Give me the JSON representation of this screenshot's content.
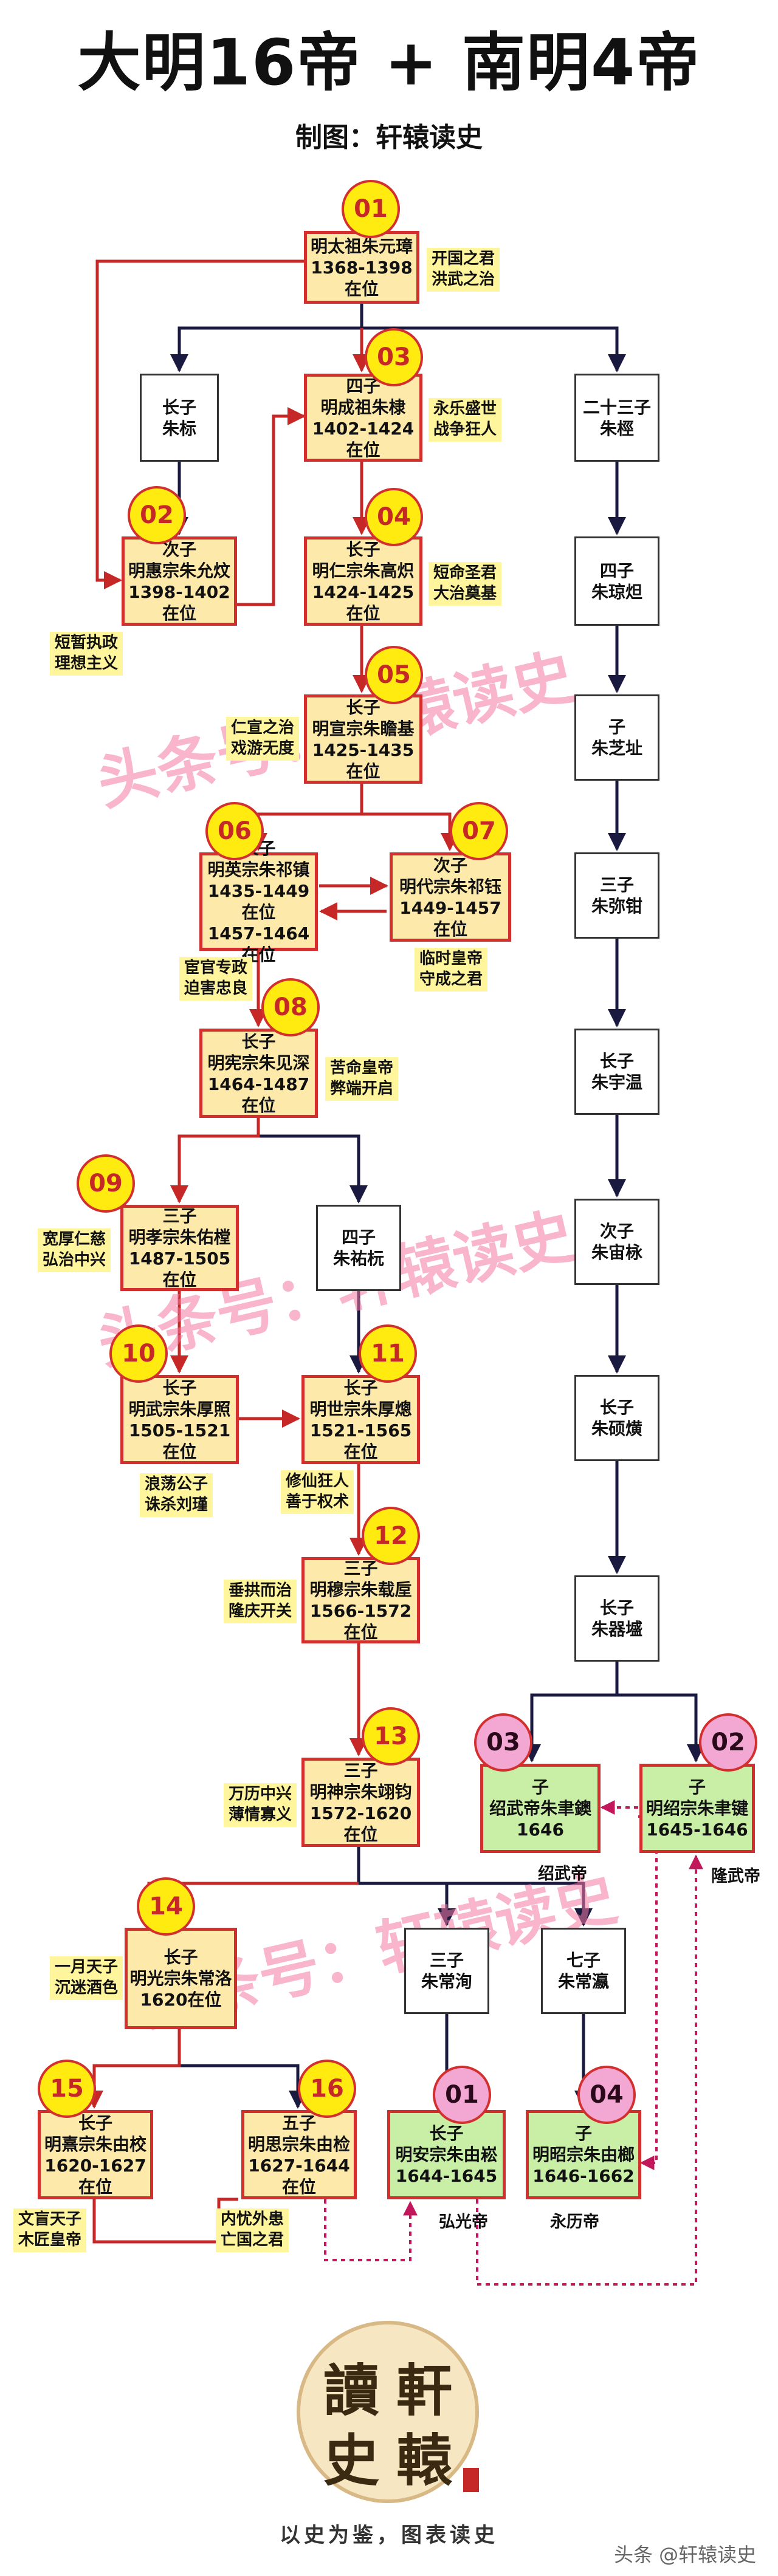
{
  "title": "大明16帝 + 南明4帝",
  "subtitle": "制图：轩辕读史",
  "watermark": "头条号：轩辕读史",
  "badges": {
    "b01": "01",
    "b02": "02",
    "b03": "03",
    "b04": "04",
    "b05": "05",
    "b06": "06",
    "b07": "07",
    "b08": "08",
    "b09": "09",
    "b10": "10",
    "b11": "11",
    "b12": "12",
    "b13": "13",
    "b14": "14",
    "b15": "15",
    "b16": "16",
    "s01": "01",
    "s02": "02",
    "s03": "03",
    "s04": "04"
  },
  "boxes": {
    "taizu": [
      "明太祖朱元璋",
      "1368-1398在位"
    ],
    "zhubiao": [
      "长子",
      "朱标"
    ],
    "chengzu": [
      "四子",
      "明成祖朱棣",
      "1402-1424在位"
    ],
    "zhuzhen": [
      "二十三子",
      "朱桱"
    ],
    "huizong": [
      "次子",
      "明惠宗朱允炆",
      "1398-1402在位"
    ],
    "renzong": [
      "长子",
      "明仁宗朱高炽",
      "1424-1425在位"
    ],
    "zhujiong": [
      "四子",
      "朱琼炟"
    ],
    "xuanzong": [
      "长子",
      "明宣宗朱瞻基",
      "1425-1435在位"
    ],
    "zhuzhiza": [
      "子",
      "朱芝址"
    ],
    "yingzong": [
      "长子",
      "明英宗朱祁镇",
      "1435-1449在位",
      "1457-1464在位"
    ],
    "daizong": [
      "次子",
      "明代宗朱祁钰",
      "1449-1457在位"
    ],
    "zhumijia": [
      "三子",
      "朱弥钳"
    ],
    "xianzong": [
      "长子",
      "明宪宗朱见深",
      "1464-1487在位"
    ],
    "zhuyuwen": [
      "长子",
      "朱宇温"
    ],
    "xiaozong": [
      "三子",
      "明孝宗朱佑樘",
      "1487-1505在位"
    ],
    "zhuyouyuan": [
      "四子",
      "朱祐杬"
    ],
    "zhuzhouzhu": [
      "次子",
      "朱宙栐"
    ],
    "wuzong": [
      "长子",
      "明武宗朱厚照",
      "1505-1521在位"
    ],
    "shizong": [
      "长子",
      "明世宗朱厚熜",
      "1521-1565在位"
    ],
    "zhushuohuang": [
      "长子",
      "朱硕熿"
    ],
    "muzong": [
      "三子",
      "明穆宗朱载垕",
      "1566-1572在位"
    ],
    "zhuqiyong": [
      "长子",
      "朱器墭"
    ],
    "shenzong": [
      "三子",
      "明神宗朱翊钧",
      "1572-1620在位"
    ],
    "shaowu": [
      "子",
      "绍武帝朱聿鐭",
      "1646"
    ],
    "longwu": [
      "子",
      "明绍宗朱聿键",
      "1645-1646"
    ],
    "guangzong": [
      "长子",
      "明光宗朱常洛",
      "1620在位"
    ],
    "zhuchangxun": [
      "三子",
      "朱常洵"
    ],
    "zhuchangying": [
      "七子",
      "朱常瀛"
    ],
    "xizong": [
      "长子",
      "明熹宗朱由校",
      "1620-1627在位"
    ],
    "sizong": [
      "五子",
      "明思宗朱由检",
      "1627-1644在位"
    ],
    "anzong": [
      "长子",
      "明安宗朱由崧",
      "1644-1645"
    ],
    "zhaozong": [
      "子",
      "明昭宗朱由榔",
      "1646-1662"
    ]
  },
  "notes": {
    "taizu": [
      "开国之君",
      "洪武之治"
    ],
    "chengzu": [
      "永乐盛世",
      "战争狂人"
    ],
    "huizong": [
      "短暂执政",
      "理想主义"
    ],
    "renzong": [
      "短命圣君",
      "大治奠基"
    ],
    "xuanzong": [
      "仁宣之治",
      "戏游无度"
    ],
    "yingzong": [
      "宦官专政",
      "迫害忠良"
    ],
    "daizong": [
      "临时皇帝",
      "守成之君"
    ],
    "xianzong": [
      "苦命皇帝",
      "弊端开启"
    ],
    "xiaozong": [
      "宽厚仁慈",
      "弘治中兴"
    ],
    "wuzong": [
      "浪荡公子",
      "诛杀刘瑾"
    ],
    "shizong": [
      "修仙狂人",
      "善于权术"
    ],
    "muzong": [
      "垂拱而治",
      "隆庆开关"
    ],
    "shenzong": [
      "万历中兴",
      "薄情寡义"
    ],
    "guangzong": [
      "一月天子",
      "沉迷酒色"
    ],
    "xizong": [
      "文盲天子",
      "木匠皇帝"
    ],
    "sizong": [
      "内忧外患",
      "亡国之君"
    ]
  },
  "labels": {
    "shaowu": "绍武帝",
    "longwu": "隆武帝",
    "hongguang": "弘光帝",
    "yongli": "永历帝"
  },
  "seal": {
    "chars": [
      "讀",
      "軒",
      "史",
      "轅"
    ],
    "motto": "以史为鉴，图表读史"
  },
  "footer": "头条 @轩辕读史",
  "colors": {
    "lineship": "#1a1a40",
    "emperor_line": "#c62828",
    "emperor_fill": "#fde9a9",
    "south_fill": "#c9efa6",
    "note_fill": "#fff59d",
    "badge_fill": "#ffeb10",
    "south_badge_fill": "#f3a7d3",
    "dotted": "#c2185b"
  }
}
